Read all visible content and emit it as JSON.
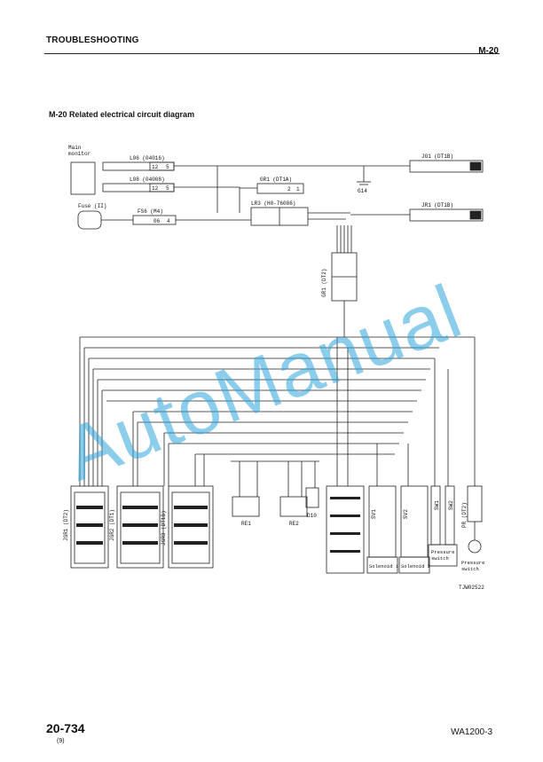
{
  "header": {
    "section": "TROUBLESHOOTING",
    "code": "M-20"
  },
  "title": "M-20  Related electrical circuit diagram",
  "diagram": {
    "main_monitor": "Main\nmonitor",
    "fuse": "Fuse (II)",
    "l06": "L06 (04016)",
    "l08": "L08 (04008)",
    "l06_pins": [
      "12",
      "5"
    ],
    "l08_pins": [
      "12",
      "5"
    ],
    "fs6": "FS6 (M4)",
    "fs6_pins": [
      "06",
      "4"
    ],
    "gr1": "GR1 (DT1A)",
    "gr1_pins": [
      "2",
      "1"
    ],
    "lr3": "LR3 (H0-76086)",
    "g14": "G14",
    "jg1": "JG1 (DT1B)",
    "jr1": "JR1 (DT1B)",
    "grt": "GR1 (DT2)",
    "jgr1": "JGR1 (DT2)",
    "jgr2": "JGR2 (DT1)",
    "jgr3": "JGR3 (DT1B)",
    "re1": "RE1",
    "re2": "RE2",
    "d10": "D10",
    "sv1": "SV1",
    "sv2": "SV2",
    "sw1": "SW1",
    "sw2": "SW2",
    "pr": "PR (DT2)",
    "solenoid1": "Solenoid 1",
    "solenoid2": "Solenoid 2",
    "pressure_switch": "Pressure\nswitch",
    "pressure_switch2": "Pressure\nswitch",
    "figure_id": "TJW02522"
  },
  "watermark": "AutoManual",
  "footer": {
    "page": "20-734",
    "mark": "(9)",
    "model": "WA1200-3"
  }
}
